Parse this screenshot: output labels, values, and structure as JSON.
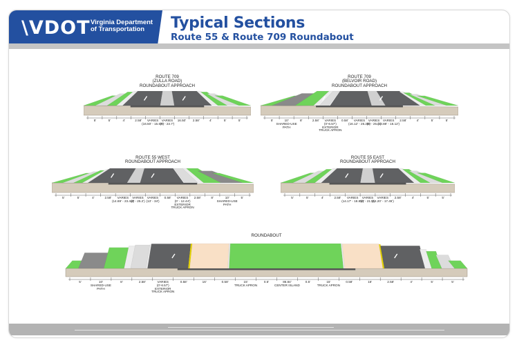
{
  "header": {
    "logo_mark": "\\VDOT",
    "agency_line1": "Virginia Department",
    "agency_line2": "of Transportation",
    "title": "Typical Sections",
    "subtitle": "Route 55 & Route 709 Roundabout",
    "brand_color": "#2350a0"
  },
  "sections": [
    {
      "title": "ROUTE 709\n(ZULLA ROAD)\nROUNDABOUT APPROACH",
      "dims": [
        "5'",
        "5'",
        "4'",
        "2.58'",
        "VARIES\n(16.50' - 15.67')",
        "VARIES\n(6' - 23.7')",
        "16.50'",
        "2.58'",
        "4'",
        "5'",
        "5'"
      ]
    },
    {
      "title": "ROUTE 709\n(BELVOIR ROAD)\nROUNDABOUT APPROACH",
      "dims": [
        "5'",
        "10'\nSHARED-USE\nPATH",
        "8'",
        "2.58'",
        "VARIES\n(0'-6.57')\nEXTERIOR\nTRUCK APRON",
        "0.58'",
        "VARIES\n(16.12' - 25.25')",
        "VARIES\n(6' - 25.2')",
        "VARIES\n(13.88' - 16.12')",
        "2.58'",
        "4'",
        "5'",
        "5'"
      ]
    },
    {
      "title": "ROUTE 55 WEST\nROUNDABOUT APPROACH",
      "dims": [
        "5'",
        "5'",
        "4'",
        "2.58'",
        "VARIES\n(14.69' - 23.41')",
        "VARIES\n(6' - 25.2')",
        "VARIES\n(13' - 34')",
        "0.58'",
        "VARIES\n(0' - 12.44')\nEXTERIOR\nTRUCK APRON",
        "2.58'",
        "8'",
        "10'\nSHARED-USE\nPATH",
        "5'"
      ]
    },
    {
      "title": "ROUTE 55 EAST\nROUNDABOUT APPROACH",
      "dims": [
        "5'",
        "5'",
        "4'",
        "2.58'",
        "VARIES\n(14.17' - 18.85')",
        "VARIES\n(6' - 21.5')",
        "VARIES\n(14.20' - 17.45')",
        "2.58'",
        "4'",
        "5'",
        "5'"
      ]
    },
    {
      "title": "ROUNDABOUT",
      "dims": [
        "5'",
        "10'\nSHARED-USE\nPATH",
        "8'",
        "2.58'",
        "VARIES\n(0'-6.57')\nEXTERIOR\nTRUCK APRON",
        "0.58'",
        "16'",
        "0.58'",
        "15'\nTRUCK APRON",
        "0.5'",
        "86.84'\nCENTER ISLAND",
        "0.5'",
        "15'\nTRUCK APRON",
        "0.58'",
        "16'",
        "2.58'",
        "4'",
        "5'",
        "5'"
      ]
    }
  ],
  "colors": {
    "grass": "#6fd35a",
    "sidewalk": "#dcdcdc",
    "road": "#606163",
    "truck_apron": "#f9e0c6",
    "earth": "#d5cbbb",
    "lane_line": "#e6d400"
  }
}
